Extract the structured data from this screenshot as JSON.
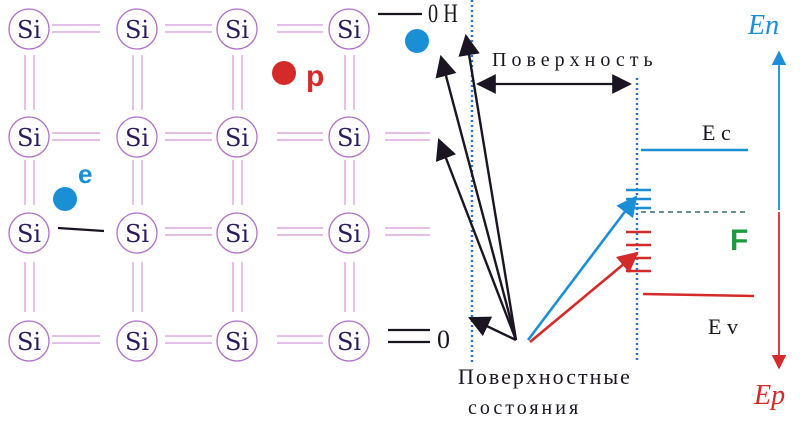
{
  "atom_label": "Si",
  "atoms": [
    {
      "row": 0,
      "col": 0
    },
    {
      "row": 0,
      "col": 1
    },
    {
      "row": 0,
      "col": 2
    },
    {
      "row": 0,
      "col": 3
    },
    {
      "row": 1,
      "col": 0
    },
    {
      "row": 1,
      "col": 1
    },
    {
      "row": 1,
      "col": 2
    },
    {
      "row": 1,
      "col": 3
    },
    {
      "row": 2,
      "col": 0
    },
    {
      "row": 2,
      "col": 1
    },
    {
      "row": 2,
      "col": 2
    },
    {
      "row": 2,
      "col": 3
    },
    {
      "row": 3,
      "col": 0
    },
    {
      "row": 3,
      "col": 1
    },
    {
      "row": 3,
      "col": 2
    },
    {
      "row": 3,
      "col": 3
    }
  ],
  "particles": {
    "electron_label": "e",
    "hole_label": "p"
  },
  "bond_labels": {
    "top_right": "0 H",
    "bottom_right": "0"
  },
  "band_diagram": {
    "surface_label": "Поверхность",
    "conduction_band": "E c",
    "valence_band": "E v",
    "fermi_level": "F",
    "surface_states_line1": "Поверхностные",
    "surface_states_line2": "состояния",
    "axis_top": "En",
    "axis_bottom": "Ep"
  },
  "colors": {
    "electron": "#1a8fd6",
    "hole": "#d42a2a",
    "atom_ring": "#b070c8",
    "bond": "#d49ad8",
    "atom_text": "#2a1a5e",
    "band_line": "#1a8fd6",
    "valence_line": "#d42a2a",
    "fermi": "#1e9a3c",
    "arrow_dark": "#1a1520",
    "dotted_border": "#2a6fd0"
  }
}
